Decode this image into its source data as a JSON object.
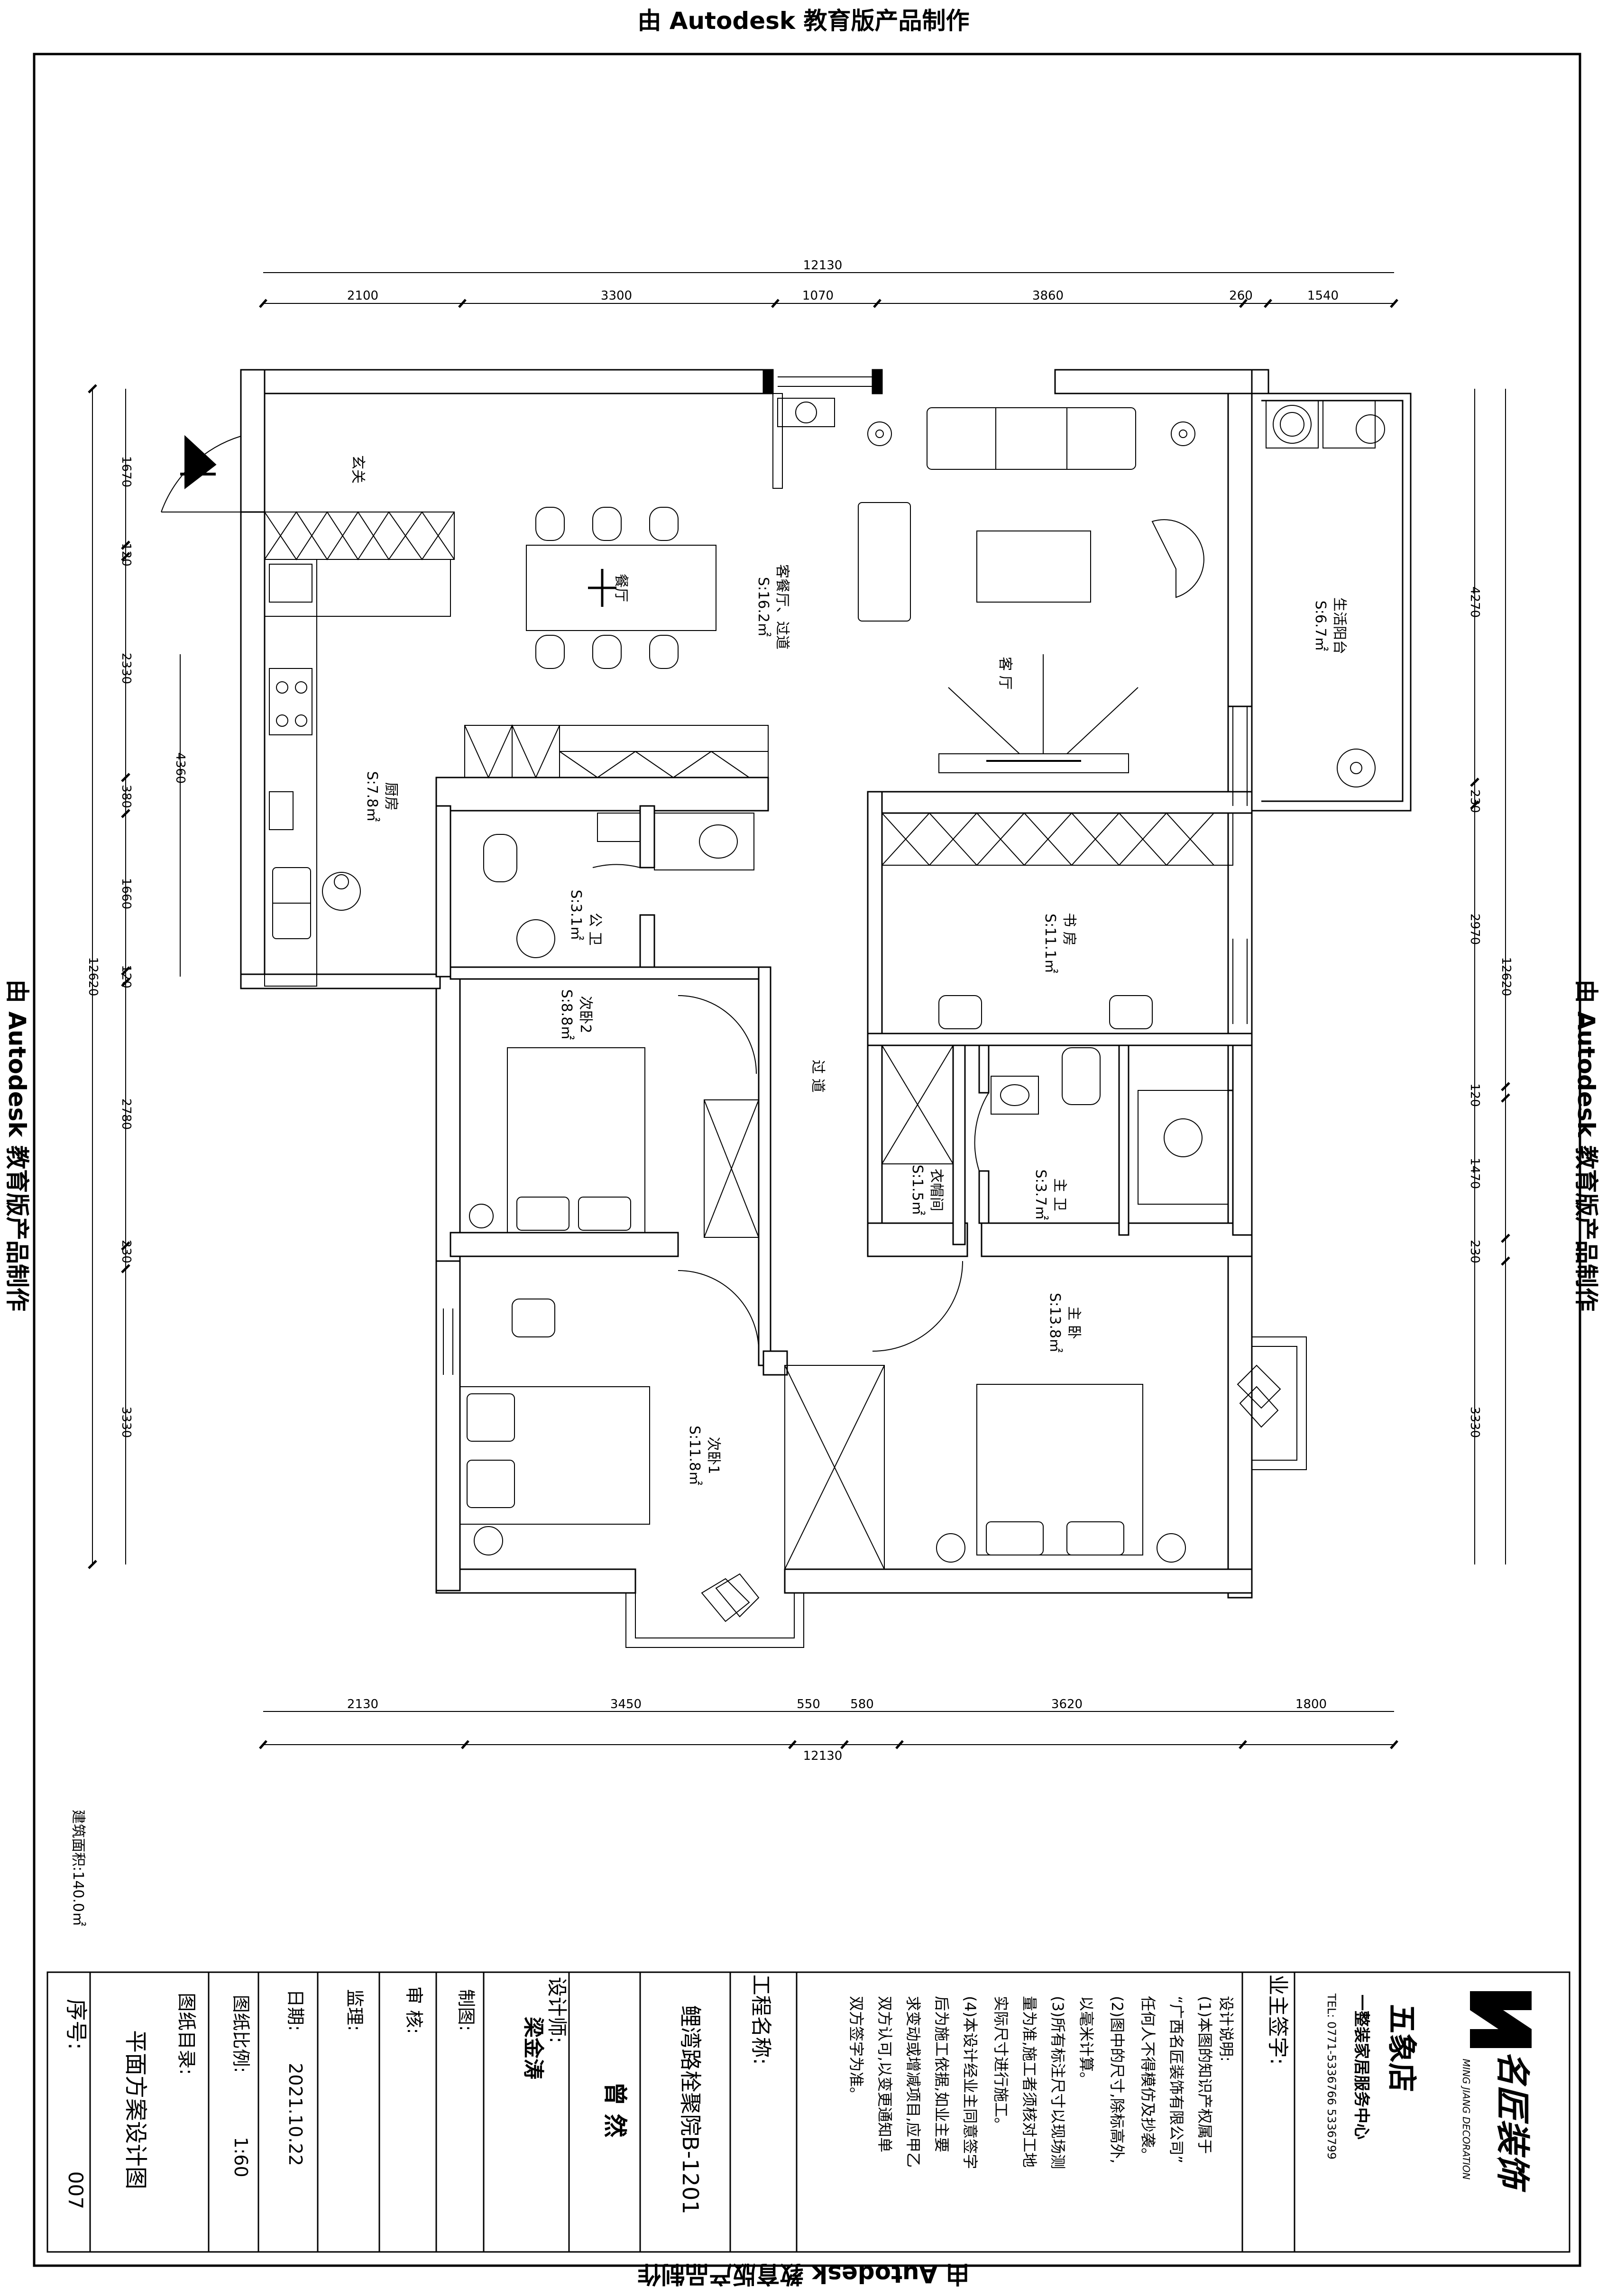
{
  "watermark": "由 Autodesk 教育版产品制作",
  "dimensions": {
    "top_total": "12130",
    "top": [
      "2100",
      "3300",
      "1070",
      "3860",
      "260",
      "1540"
    ],
    "bottom_total": "12130",
    "bottom": [
      "2130",
      "3450",
      "550",
      "580",
      "3620",
      "1800"
    ],
    "left_total": "12620",
    "left": [
      "1670",
      "120",
      "2330",
      "380",
      "1660",
      "120",
      "2780",
      "230",
      "3330"
    ],
    "left_inner": "4360",
    "right_total": "12620",
    "right": [
      "4270",
      "230",
      "2970",
      "120",
      "1470",
      "230",
      "3330"
    ]
  },
  "rooms": {
    "entrance": "玄关",
    "living_dining": "客餐厅、过道",
    "living_dining_area": "S:16.2㎡",
    "dining": "餐厅",
    "living": "客 厅",
    "balcony": "生活阳台",
    "balcony_area": "S:6.7㎡",
    "kitchen": "厨房",
    "kitchen_area": "S:7.8㎡",
    "public_wc": "公 卫",
    "public_wc_area": "S:3.1㎡",
    "study": "书 房",
    "study_area": "S:11.1㎡",
    "bedroom2": "次卧2",
    "bedroom2_area": "S:8.8㎡",
    "corridor": "过 道",
    "closet": "衣帽间",
    "closet_area": "S:1.5㎡",
    "master_wc": "主 卫",
    "master_wc_area": "S:3.7㎡",
    "master_bedroom": "主 卧",
    "master_bedroom_area": "S:13.8㎡",
    "bedroom1": "次卧1",
    "bedroom1_area": "S:11.8㎡"
  },
  "building_area": "建筑面积:140.0㎡",
  "title_block": {
    "serial_label": "序号:",
    "serial": "007",
    "drawing_list_label": "图纸目录:",
    "drawing_title": "平面方案设计图",
    "scale_label": "图纸比例:",
    "scale": "1:60",
    "date_label": "日期:",
    "date": "2021.10.22",
    "supervisor_label": "监理:",
    "reviewer_label": "审 核:",
    "drafter_label": "制图:",
    "drafter": "梁金涛",
    "designer_label": "设计师:",
    "designer": "曾 然",
    "project_label": "工程名称:",
    "project_name": "鲤湾路栓聚院B-1201",
    "notes_title": "设计说明:",
    "notes": [
      "(1)本图的知识产权属于",
      "“广西名匠装饰有限公司”",
      "任何人不得模仿及抄袭。",
      "(2)图中的尺寸,除标高外,",
      "以毫米计算。",
      "(3)所有标注尺寸以现场测",
      "量为准,施工者须核对工地",
      "实际尺寸进行施工。",
      "(4)本设计经业主同意签字",
      "后为施工依据,如业主要",
      "求变动或增减项目,应甲乙",
      "双方认可,以变更通知单",
      "双方签字为准。"
    ],
    "owner_sign_label": "业主签字:",
    "company_store": "五象店",
    "company_service": "一整装家居服务中心",
    "company_tel": "TEL: 0771-5336766  5336799",
    "logo_text": "名匠装饰",
    "logo_sub": "MING JIANG DECORATION"
  }
}
